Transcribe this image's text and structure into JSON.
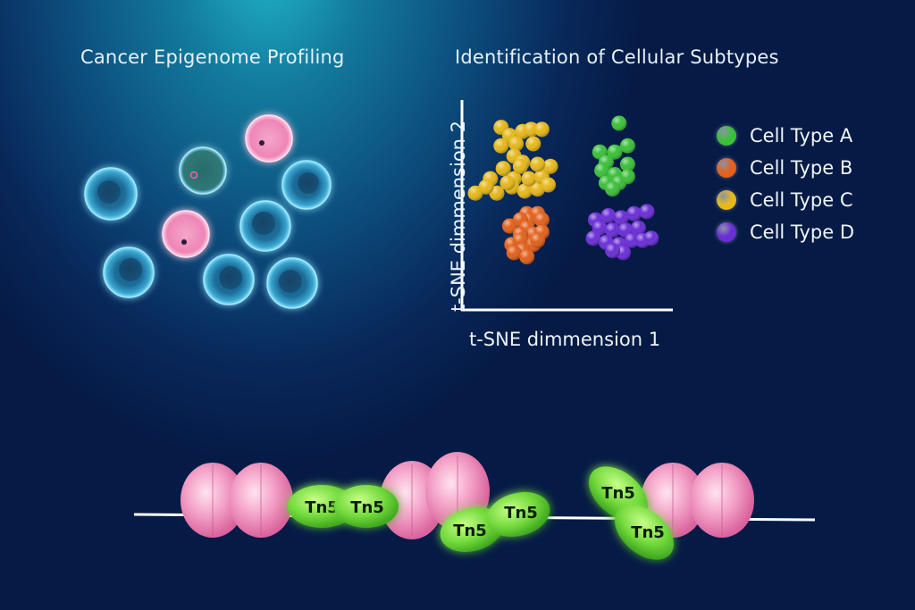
{
  "titles": {
    "left": "Cancer Epigenome Profiling",
    "right": "Identification of Cellular Subtypes"
  },
  "chart_data": {
    "type": "scatter",
    "title": "Identification of Cellular Subtypes",
    "xlabel": "t-SNE dimmension 1",
    "ylabel": "t-SNE dimmension 2",
    "grid": false,
    "legend_position": "right",
    "series": [
      {
        "name": "Cell Type A",
        "color": "#3cc03a",
        "points": [
          [
            7.2,
            9.0
          ],
          [
            6.3,
            7.6
          ],
          [
            7.0,
            7.6
          ],
          [
            6.6,
            7.1
          ],
          [
            7.6,
            7.0
          ],
          [
            6.4,
            6.7
          ],
          [
            7.0,
            6.5
          ],
          [
            6.6,
            6.1
          ],
          [
            7.2,
            6.1
          ],
          [
            7.6,
            6.4
          ],
          [
            6.9,
            5.8
          ],
          [
            7.6,
            7.9
          ]
        ]
      },
      {
        "name": "Cell Type B",
        "color": "#e2611c",
        "points": [
          [
            2.1,
            4.0
          ],
          [
            2.9,
            4.6
          ],
          [
            3.4,
            4.6
          ],
          [
            3.0,
            4.3
          ],
          [
            2.6,
            4.3
          ],
          [
            3.6,
            4.3
          ],
          [
            2.9,
            3.9
          ],
          [
            3.2,
            3.6
          ],
          [
            2.6,
            3.6
          ],
          [
            3.6,
            3.7
          ],
          [
            2.2,
            3.1
          ],
          [
            2.6,
            3.3
          ],
          [
            3.2,
            3.1
          ],
          [
            2.7,
            2.8
          ],
          [
            2.3,
            2.7
          ],
          [
            2.9,
            2.5
          ],
          [
            3.4,
            3.3
          ]
        ]
      },
      {
        "name": "Cell Type C",
        "color": "#e6b81c",
        "points": [
          [
            1.7,
            8.8
          ],
          [
            2.1,
            8.4
          ],
          [
            2.7,
            8.6
          ],
          [
            3.1,
            8.7
          ],
          [
            3.6,
            8.7
          ],
          [
            2.4,
            8.0
          ],
          [
            1.7,
            7.9
          ],
          [
            3.2,
            8.0
          ],
          [
            2.3,
            7.4
          ],
          [
            2.7,
            7.1
          ],
          [
            1.8,
            6.8
          ],
          [
            2.3,
            6.3
          ],
          [
            1.5,
            5.6
          ],
          [
            2.2,
            5.9
          ],
          [
            2.8,
            5.7
          ],
          [
            3.4,
            5.8
          ],
          [
            3.0,
            6.3
          ],
          [
            3.6,
            6.4
          ],
          [
            4.0,
            6.9
          ],
          [
            3.4,
            7.0
          ],
          [
            2.0,
            6.1
          ],
          [
            2.6,
            6.9
          ],
          [
            1.2,
            6.3
          ],
          [
            3.9,
            6.0
          ],
          [
            0.5,
            5.6
          ],
          [
            1.0,
            5.9
          ]
        ]
      },
      {
        "name": "Cell Type D",
        "color": "#6a2ed6",
        "points": [
          [
            6.1,
            4.3
          ],
          [
            6.7,
            4.5
          ],
          [
            7.3,
            4.4
          ],
          [
            7.9,
            4.6
          ],
          [
            8.5,
            4.7
          ],
          [
            6.3,
            3.9
          ],
          [
            6.9,
            3.8
          ],
          [
            7.5,
            3.8
          ],
          [
            8.1,
            3.9
          ],
          [
            6.0,
            3.4
          ],
          [
            6.6,
            3.2
          ],
          [
            7.2,
            3.1
          ],
          [
            7.8,
            3.3
          ],
          [
            7.4,
            2.7
          ],
          [
            6.9,
            2.8
          ],
          [
            8.3,
            3.3
          ],
          [
            8.7,
            3.4
          ]
        ]
      }
    ]
  },
  "legend": [
    {
      "label": "Cell Type A",
      "color": "#3cc03a"
    },
    {
      "label": "Cell Type B",
      "color": "#e2611c"
    },
    {
      "label": "Cell Type C",
      "color": "#e6b81c"
    },
    {
      "label": "Cell Type D",
      "color": "#6a2ed6"
    }
  ],
  "tn5_labels": [
    "Tn5",
    "Tn5",
    "Tn5",
    "Tn5",
    "Tn5",
    "Tn5"
  ],
  "colors": {
    "nucleosome": "#f2a1c7",
    "tn5": "#6fd43a",
    "cell_blue": "#2e8fc0",
    "cell_pink": "#ef8fb8",
    "axis": "#ffffff"
  }
}
